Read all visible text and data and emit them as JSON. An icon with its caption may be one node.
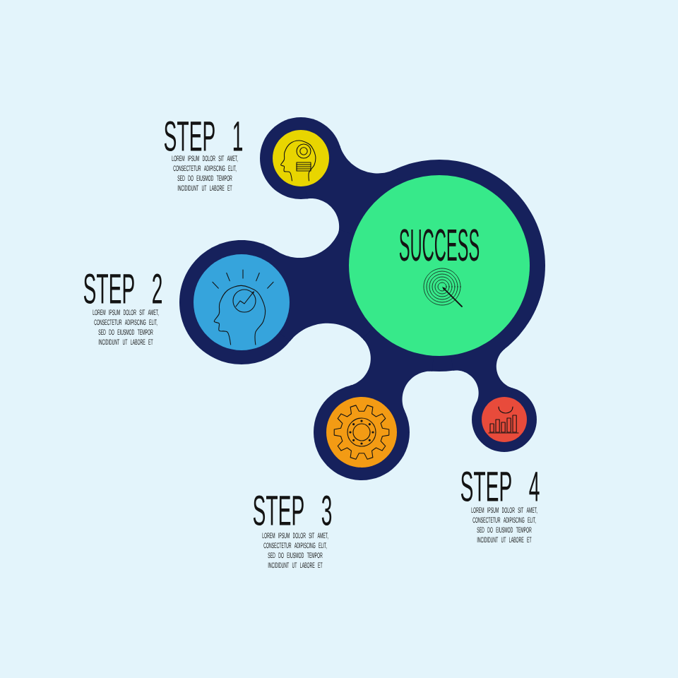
{
  "diagram": {
    "nodes": [
      {
        "text": [],
        "shape": "blob"
      },
      {
        "text": [],
        "shape": "circle",
        "in": 0,
        "beside": [
          "STEP 1",
          "LOREM IPSUM DOLOR SIT AMET, CONSECTETUR ADIPISCING ELIT, SED DO EIUSMOD TEMPOR INCIDIDUNT UT LABORE ET"
        ]
      },
      {
        "text": [
          "SUCCESS"
        ],
        "in": 0
      },
      {
        "text": [],
        "shape": "circle",
        "in": 0,
        "beside": [
          "STEP 2",
          "LOREM IPSUM DOLOR SIT AMET, CONSECTETUR ADIPISCING ELIT, SED DO EIUSMOD TEMPOR INCIDIDUNT UT LABORE ET"
        ]
      },
      {
        "text": [],
        "shape": "circle",
        "in": 0,
        "beside": [
          "STEP 3",
          "LOREM IPSUM DOLOR SIT AMET, CONSECTETUR ADIPISCING ELIT, SED DO EIUSMOD TEMPOR INCIDIDUNT UT LABORE ET"
        ]
      },
      {
        "text": [],
        "shape": "circle",
        "in": 0,
        "beside": [
          "STEP 4",
          "LOREM IPSUM DOLOR SIT AMET, CONSECTETUR ADIPISCING ELIT, SED DO EIUSMOD TEMPOR INCIDIDUNT UT LABORE ET"
        ]
      }
    ]
  }
}
